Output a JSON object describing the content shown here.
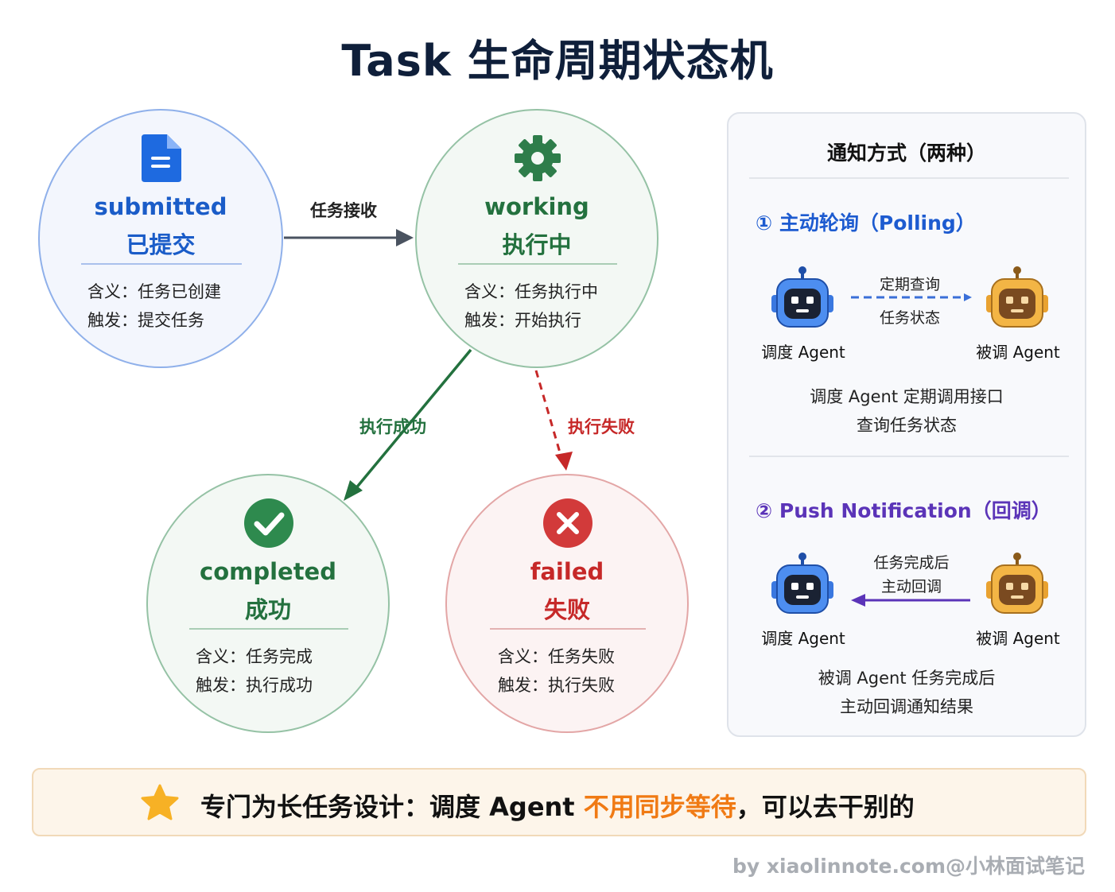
{
  "title": "Task 生命周期状态机",
  "states": {
    "submitted": {
      "en": "submitted",
      "zh": "已提交",
      "meaning_label": "含义：",
      "meaning": "任务已创建",
      "trigger_label": "触发：",
      "trigger": "提交任务",
      "color": "#1a5cc8",
      "icon": "document-icon"
    },
    "working": {
      "en": "working",
      "zh": "执行中",
      "meaning_label": "含义：",
      "meaning": "任务执行中",
      "trigger_label": "触发：",
      "trigger": "开始执行",
      "color": "#23713e",
      "icon": "gear-icon"
    },
    "completed": {
      "en": "completed",
      "zh": "成功",
      "meaning_label": "含义：",
      "meaning": "任务完成",
      "trigger_label": "触发：",
      "trigger": "执行成功",
      "color": "#23713e",
      "icon": "check-circle-icon"
    },
    "failed": {
      "en": "failed",
      "zh": "失败",
      "meaning_label": "含义：",
      "meaning": "任务失败",
      "trigger_label": "触发：",
      "trigger": "执行失败",
      "color": "#c62828",
      "icon": "x-circle-icon"
    }
  },
  "transitions": [
    {
      "from": "submitted",
      "to": "working",
      "label": "任务接收",
      "style": "solid",
      "color": "#4a5360"
    },
    {
      "from": "working",
      "to": "completed",
      "label": "执行成功",
      "style": "solid",
      "color": "#23713e"
    },
    {
      "from": "working",
      "to": "failed",
      "label": "执行失败",
      "style": "dashed",
      "color": "#c62828"
    }
  ],
  "panel": {
    "title": "通知方式（两种）",
    "polling": {
      "title": "① 主动轮询（Polling）",
      "color": "#1d5bd0",
      "left_agent": "调度 Agent",
      "right_agent": "被调 Agent",
      "arrow_label_top": "定期查询",
      "arrow_label_bottom": "任务状态",
      "desc_line1": "调度 Agent 定期调用接口",
      "desc_line2": "查询任务状态"
    },
    "push": {
      "title": "② Push Notification（回调）",
      "color": "#5b34b8",
      "left_agent": "调度 Agent",
      "right_agent": "被调 Agent",
      "arrow_label_top": "任务完成后",
      "arrow_label_bottom": "主动回调",
      "desc_line1": "被调 Agent 任务完成后",
      "desc_line2": "主动回调通知结果"
    }
  },
  "banner": {
    "icon": "star-icon",
    "text_before": "专门为长任务设计：调度 Agent ",
    "text_highlight": "不用同步等待",
    "text_after": "，可以去干别的",
    "highlight_color": "#f07a14"
  },
  "footer": "by xiaolinnote.com@小林面试笔记"
}
